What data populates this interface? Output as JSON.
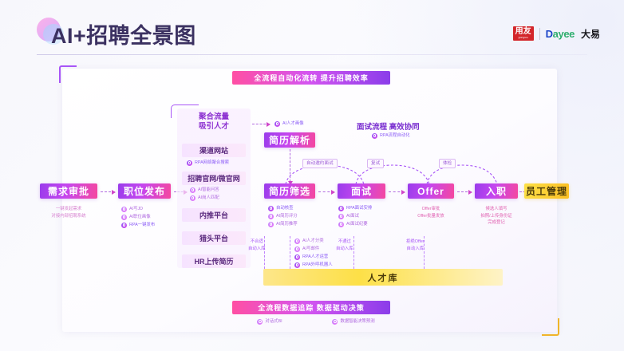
{
  "header": {
    "title": "AI+招聘全景图",
    "brand_yonyou": "用友",
    "brand_yonyou_sub": "yonyou",
    "brand_dayee_1": "D",
    "brand_dayee_2": "ayee",
    "brand_dayee_cn": "大易"
  },
  "banners": {
    "top": "全流程自动化流转 提升招聘效率",
    "bottom": "全流程数据追踪 数据驱动决策",
    "bottom_tags": [
      "对话式BI",
      "数据智能决策预测"
    ]
  },
  "sections": {
    "channel_title_l1": "聚合流量",
    "channel_title_l2": "吸引人才",
    "interview_title": "面试流程 高效协同",
    "interview_tag": "RPA流程自动化",
    "talent_portrait_tag": "AI人才画像"
  },
  "nodes": {
    "demand": "需求审批",
    "publish": "职位发布",
    "resume_parse": "简历解析",
    "resume_screen": "简历筛选",
    "interview": "面试",
    "offer": "Offer",
    "onboard": "入职",
    "employee": "员工管理",
    "talent_pool": "人才库"
  },
  "channels": [
    {
      "label": "渠道网站",
      "tags": [
        {
          "text": "RPA网络聚合搜索",
          "kind": "rpa"
        }
      ]
    },
    {
      "label": "招聘官网/微官网",
      "tags": [
        {
          "text": "AI智能问答",
          "kind": "ai"
        },
        {
          "text": "AI岗人匹配",
          "kind": "ai"
        }
      ]
    },
    {
      "label": "内推平台",
      "tags": []
    },
    {
      "label": "猎头平台",
      "tags": []
    },
    {
      "label": "HR上传简历",
      "tags": []
    }
  ],
  "node_tags": {
    "demand": [
      "一键发起需求",
      "对接内部招聘系统"
    ],
    "publish": [
      {
        "text": "AI写JD",
        "kind": "ai"
      },
      {
        "text": "AI职位画像",
        "kind": "ai"
      },
      {
        "text": "RPA一键发布",
        "kind": "rpa"
      }
    ],
    "resume_screen": [
      {
        "text": "自动核查",
        "kind": "rpa"
      },
      {
        "text": "AI简历评分",
        "kind": "ai"
      },
      {
        "text": "AI简历推荐",
        "kind": "ai"
      }
    ],
    "interview": [
      {
        "text": "RPA面试安排",
        "kind": "rpa"
      },
      {
        "text": "AI面试",
        "kind": "ai"
      },
      {
        "text": "AI面试纪要",
        "kind": "ai"
      }
    ],
    "offer": [
      "Offer审批",
      "Offer批量发放"
    ],
    "onboard": [
      "候选人填写",
      "拍照/上传身份证",
      "完成登记"
    ]
  },
  "loop_labels": {
    "screen_to_interview": "自动邀约面试",
    "interview_to_offer": "复试",
    "offer_to_onboard": "体检"
  },
  "recycle": {
    "screen": [
      "不合适",
      "自动入库"
    ],
    "interview": [
      "不通过",
      "自动入库"
    ],
    "offer": [
      "拒绝Offer",
      "自动入库"
    ],
    "pool_ops": [
      {
        "text": "AI人才分类",
        "kind": "ai"
      },
      {
        "text": "AI写邮件",
        "kind": "ai"
      },
      {
        "text": "RPA人才运营",
        "kind": "rpa"
      },
      {
        "text": "RPA外呼机器人",
        "kind": "rpa"
      }
    ]
  },
  "colors": {
    "accent_purple": "#8b3dea",
    "accent_pink": "#f5479f",
    "accent_yellow": "#fbbf24",
    "title_ink": "#3b3161"
  }
}
